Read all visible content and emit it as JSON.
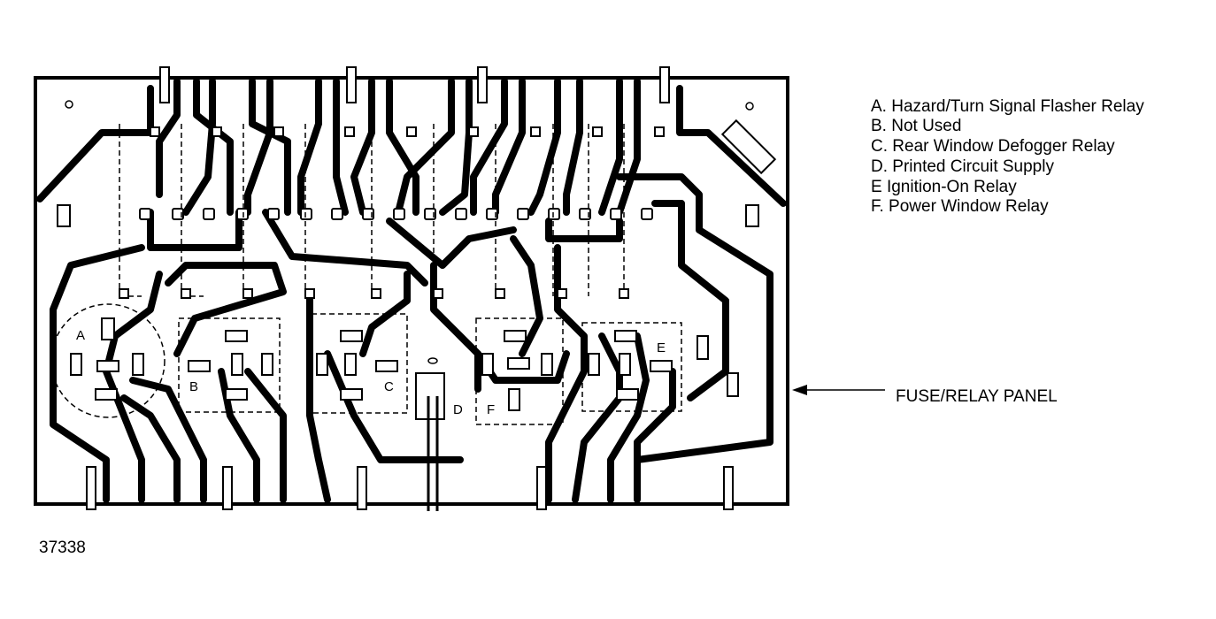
{
  "legend": [
    "A. Hazard/Turn Signal Flasher Relay",
    "B. Not Used",
    "C. Rear Window Defogger Relay",
    "D. Printed Circuit Supply",
    "E  Ignition-On Relay",
    "F. Power Window Relay"
  ],
  "relay_labels": {
    "a": "A",
    "b": "B",
    "c": "C",
    "d": "D",
    "e": "E",
    "f": "F"
  },
  "callout": "FUSE/RELAY PANEL",
  "figure_number": "37338"
}
